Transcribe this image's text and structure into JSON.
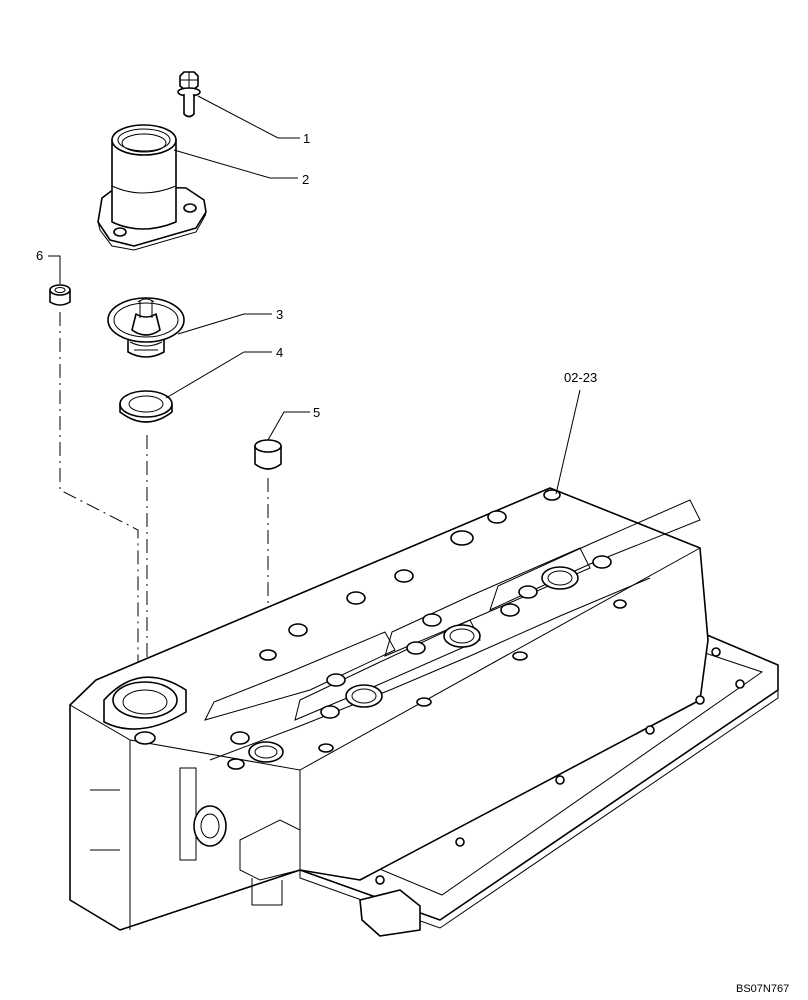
{
  "callouts": {
    "c1": "1",
    "c2": "2",
    "c3": "3",
    "c4": "4",
    "c5": "5",
    "c6": "6",
    "assembly_ref": "02-23"
  },
  "drawing_code": "BS07N767"
}
